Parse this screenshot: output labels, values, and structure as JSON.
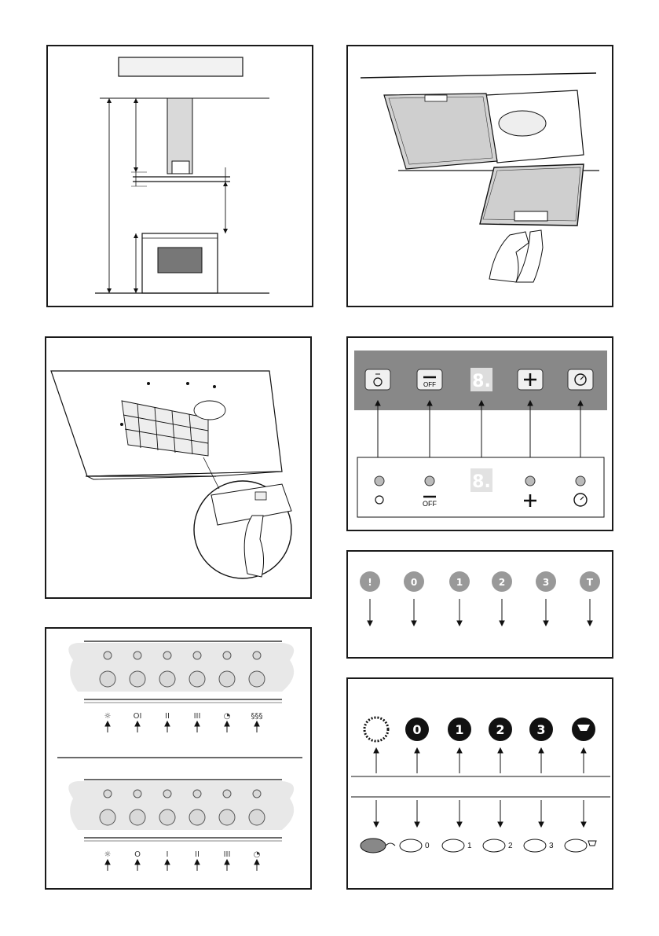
{
  "panel_control_a": {
    "led_display": "8.",
    "off_label": "OFF"
  },
  "panel_control_b": {
    "buttons": [
      "!",
      "0",
      "1",
      "2",
      "3",
      "T"
    ]
  },
  "panel_control_c": {
    "top_buttons": [
      "0",
      "1",
      "2",
      "3"
    ],
    "bottom_labels": [
      "0",
      "1",
      "2",
      "3"
    ]
  },
  "panel_sliders": {
    "row1_symbols": [
      "☼",
      "OI",
      "II",
      "III",
      "◔",
      "§§§"
    ],
    "row2_symbols": [
      "☼",
      "O",
      "I",
      "II",
      "III",
      "◔"
    ]
  },
  "icons": [
    "light-icon",
    "off-icon",
    "plus-icon",
    "timer-icon",
    "hand-icon",
    "filter-icon"
  ]
}
